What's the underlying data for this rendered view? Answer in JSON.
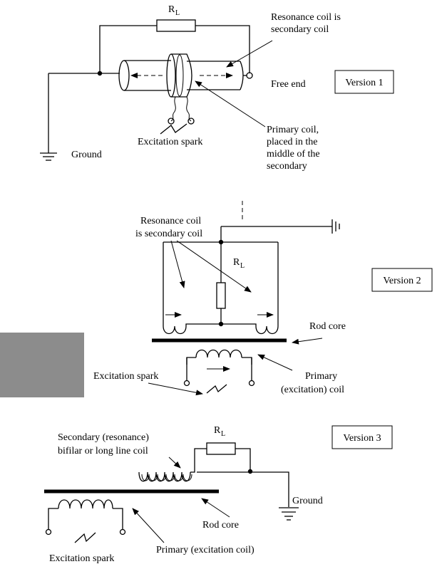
{
  "version1": {
    "rl_label": "R",
    "rl_sub": "L",
    "resonance_line1": "Resonance coil is",
    "resonance_line2": "secondary coil",
    "free_end": "Free end",
    "version": "Version 1",
    "excitation": "Excitation spark",
    "ground": "Ground",
    "primary_lines": [
      "Primary coil,",
      "placed in the",
      "middle of the",
      "secondary"
    ]
  },
  "version2": {
    "resonance_line1": "Resonance coil",
    "resonance_line2": "is secondary coil",
    "rl_label": "R",
    "rl_sub": "L",
    "version": "Version 2",
    "rod_core": "Rod core",
    "excitation": "Excitation spark",
    "primary_line1": "Primary",
    "primary_line2": "(excitation) coil"
  },
  "version3": {
    "rl_label": "R",
    "rl_sub": "L",
    "version": "Version 3",
    "secondary_line1": "Secondary (resonance)",
    "secondary_line2": "bifilar or long line coil",
    "ground": "Ground",
    "rod_core": "Rod core",
    "primary": "Primary  (excitation coil)",
    "excitation": "Excitation spark"
  }
}
